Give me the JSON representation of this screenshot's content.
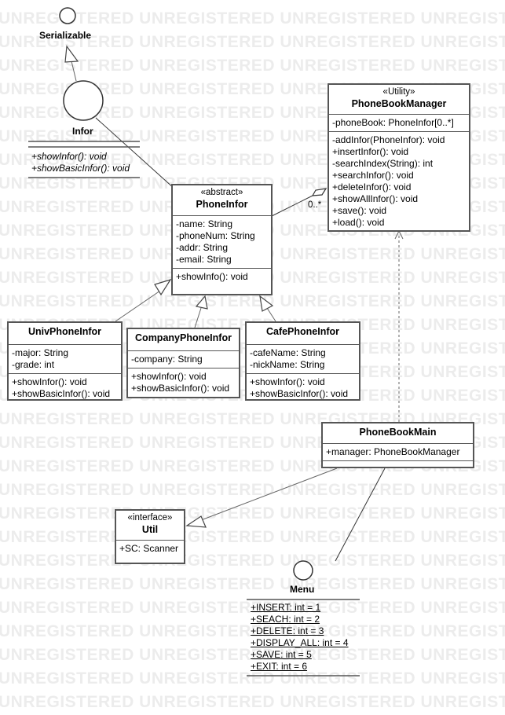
{
  "watermark": "UNREGISTERED UNREGISTERED UNREGISTERED UNREGISTERED",
  "serializable": {
    "name": "Serializable"
  },
  "infor": {
    "name": "Infor",
    "operations": [
      "+showInfor(): void",
      "+showBasicInfor(): void"
    ]
  },
  "phonebookmanager": {
    "stereotype": "«Utility»",
    "name": "PhoneBookManager",
    "attributes": [
      "-phoneBook: PhoneInfor[0..*]"
    ],
    "operations": [
      "-addInfor(PhoneInfor): void",
      "+insertInfor(): void",
      "-searchIndex(String): int",
      "+searchInfor(): void",
      "+deleteInfor(): void",
      "+showAllInfor(): void",
      "+save(): void",
      "+load(): void"
    ]
  },
  "phoneinfor": {
    "stereotype": "«abstract»",
    "name": "PhoneInfor",
    "attributes": [
      "-name: String",
      "-phoneNum: String",
      "-addr: String",
      "-email: String"
    ],
    "operations": [
      "+showInfo(): void"
    ]
  },
  "multiplicity": "0..*",
  "univ": {
    "name": "UnivPhoneInfor",
    "attributes": [
      "-major: String",
      "-grade: int"
    ],
    "operations": [
      "+showInfor(): void",
      "+showBasicInfor(): void"
    ]
  },
  "company": {
    "name": "CompanyPhoneInfor",
    "attributes": [
      "-company: String"
    ],
    "operations": [
      "+showInfor(): void",
      "+showBasicInfor(): void"
    ]
  },
  "cafe": {
    "name": "CafePhoneInfor",
    "attributes": [
      "-cafeName: String",
      "-nickName: String"
    ],
    "operations": [
      "+showInfor(): void",
      "+showBasicInfor(): void"
    ]
  },
  "main": {
    "name": "PhoneBookMain",
    "attributes": [
      "+manager: PhoneBookManager"
    ]
  },
  "util": {
    "stereotype": "«interface»",
    "name": "Util",
    "attributes": [
      "+SC: Scanner"
    ]
  },
  "menu": {
    "name": "Menu",
    "attributes": [
      "+INSERT: int = 1",
      "+SEACH: int = 2",
      "+DELETE: int = 3",
      "+DISPLAY_ALL: int = 4",
      "+SAVE: int = 5",
      "+EXIT: int = 6"
    ]
  }
}
